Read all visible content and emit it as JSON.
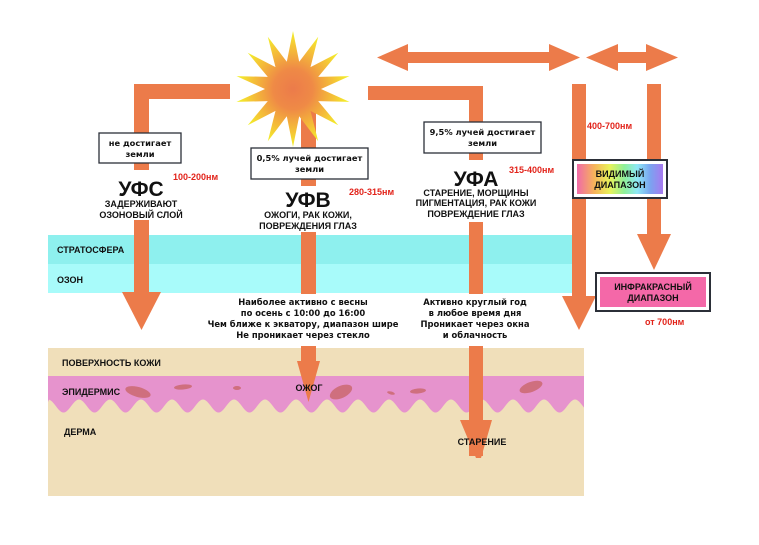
{
  "colors": {
    "arrow": "#ec7b4a",
    "stratosphere": "#8ef0ee",
    "ozone": "#a8fbfa",
    "skin": "#f0dfba",
    "epidermis": "#e693cd",
    "cell": "#cf6f7e",
    "infrared_box": "#f468a8",
    "range_text": "#e2231a"
  },
  "layers": {
    "stratosphere": "СТРАТОСФЕРА",
    "ozone": "ОЗОН",
    "skin_surface": "ПОВЕРХНОСТЬ КОЖИ",
    "epidermis": "ЭПИДЕРМИС",
    "dermis": "ДЕРМА"
  },
  "uvc": {
    "reach_note": [
      "не достигает",
      "земли"
    ],
    "title": "УФС",
    "range": "100-200нм",
    "effect": [
      "ЗАДЕРЖИВАЮТ",
      "ОЗОНОВЫЙ СЛОЙ"
    ]
  },
  "uvb": {
    "reach_note": [
      "0,5% лучей достигает",
      "земли"
    ],
    "title": "УФВ",
    "range": "280-315нм",
    "effect": [
      "ОЖОГИ, РАК КОЖИ,",
      "ПОВРЕЖДЕНИЯ ГЛАЗ"
    ],
    "details": [
      "Наиболее активно с весны",
      "по осень с 10:00 до 16:00",
      "Чем ближе к экватору, диапазон шире",
      "Не проникает через стекло"
    ],
    "skin_effect": "ОЖОГ"
  },
  "uva": {
    "reach_note": [
      "9,5% лучей достигает",
      "земли"
    ],
    "title": "УФА",
    "range": "315-400нм",
    "effect": [
      "СТАРЕНИЕ, МОРЩИНЫ",
      "ПИГМЕНТАЦИЯ, РАК КОЖИ",
      "ПОВРЕЖДЕНИЕ ГЛАЗ"
    ],
    "details": [
      "Активно круглый год",
      "в любое время дня",
      "Проникает через окна",
      "и облачность"
    ],
    "skin_effect": "СТАРЕНИЕ"
  },
  "visible": {
    "range": "400-700нм",
    "label": [
      "ВИДИМЫЙ",
      "ДИАПАЗОН"
    ]
  },
  "infrared": {
    "label": [
      "ИНФРАКРАСНЫЙ",
      "ДИАПАЗОН"
    ],
    "range": "от 700нм"
  },
  "icons": {
    "sun": "sun-icon"
  }
}
